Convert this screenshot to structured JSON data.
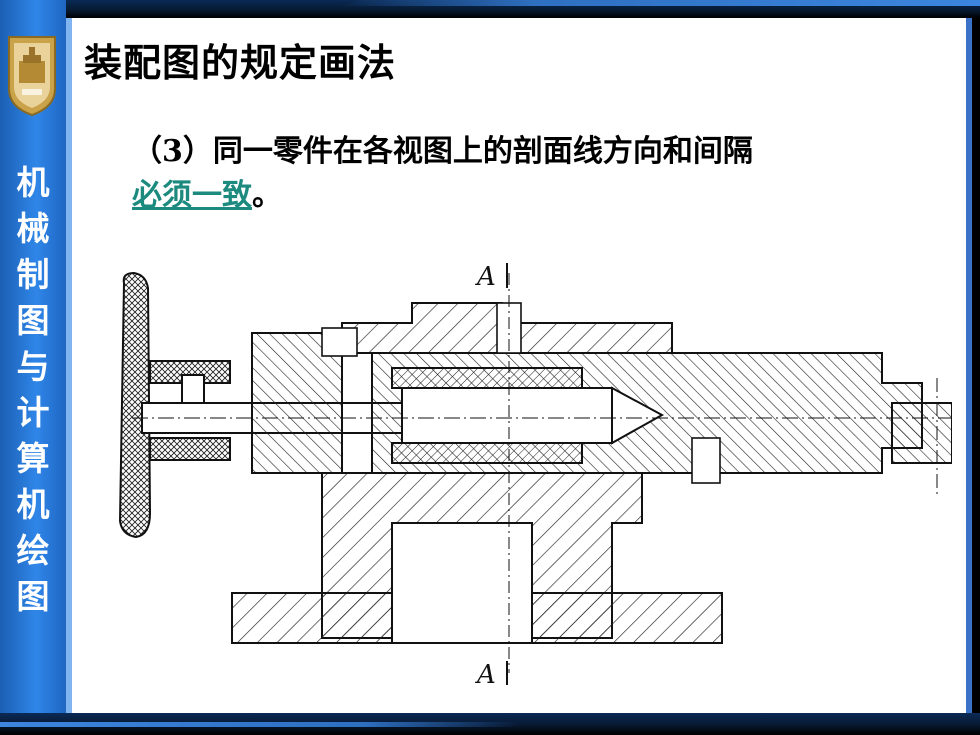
{
  "sidebar": {
    "chars": [
      "机",
      "械",
      "制",
      "图",
      "与",
      "计",
      "算",
      "机",
      "绘",
      "图"
    ]
  },
  "slide": {
    "title": "装配图的规定画法",
    "text_before": "（3）同一零件在各视图上的剖面线方向和间隔",
    "link_text": "必须一致",
    "text_after": "。"
  },
  "drawing": {
    "section_label_top": "A",
    "section_label_bottom": "A"
  },
  "colors": {
    "sidebar": "#2f86e8",
    "link": "#1c8a7e",
    "background": "#ffffff"
  }
}
